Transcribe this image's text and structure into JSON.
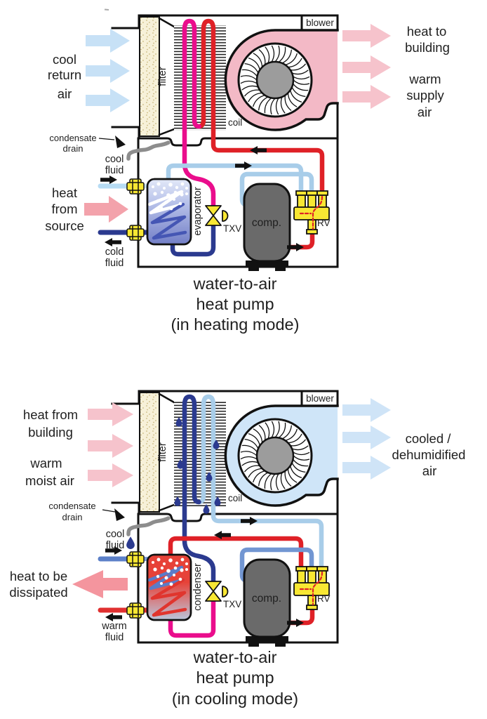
{
  "colors": {
    "air_cool": "#c7e1f6",
    "air_warm": "#f6c3cc",
    "arrow_source_pink": "#f3a2ab",
    "arrow_dissipate_pink": "#f4959e",
    "pipe_red": "#df2127",
    "pipe_magenta": "#ea0d8c",
    "pipe_navy": "#2b3a8f",
    "pipe_light_blue": "#a8cde9",
    "pipe_medium_blue": "#6f93d0",
    "drain_gray": "#8d8d8d",
    "component_yellow": "#f8e733",
    "compressor_gray": "#6a6a6a",
    "blower_pink": "#f3b9c6",
    "blower_blue": "#cfe5f8",
    "filter_cream": "#f7f1d9",
    "caption_red": "#d6202a",
    "caption_blue": "#7289c8",
    "text_light_blue": "#85bce4",
    "text_navy": "#2b3a8f",
    "text_red": "#e03030"
  },
  "heating": {
    "return_air": [
      "cool",
      "return",
      "air"
    ],
    "condensate": [
      "condensate",
      "drain"
    ],
    "cool_fluid": [
      "cool",
      "fluid"
    ],
    "source": [
      "heat",
      "from",
      "source"
    ],
    "cold_fluid": [
      "cold",
      "fluid"
    ],
    "blower": "blower",
    "filter": "filter",
    "coil": "coil",
    "tank": "evaporator",
    "txv": "TXV",
    "comp": "comp.",
    "rv": "RV",
    "out_heat": [
      "heat to",
      "building"
    ],
    "out_supply": [
      "warm",
      "supply",
      "air"
    ],
    "caption": [
      "water-to-air",
      "heat pump",
      "(in heating mode)"
    ]
  },
  "cooling": {
    "in_heat": [
      "heat from",
      "building"
    ],
    "in_moist": [
      "warm",
      "moist air"
    ],
    "condensate": [
      "condensate",
      "drain"
    ],
    "cool_fluid": [
      "cool",
      "fluid"
    ],
    "dissipated": [
      "heat to be",
      "dissipated"
    ],
    "warm_fluid": [
      "warm",
      "fluid"
    ],
    "blower": "blower",
    "filter": "filter",
    "coil": "coil",
    "tank": "condenser",
    "txv": "TXV",
    "comp": "comp.",
    "rv": "RV",
    "out_air": [
      "cooled /",
      "dehumidified",
      "air"
    ],
    "caption": [
      "water-to-air",
      "heat pump",
      "(in cooling mode)"
    ]
  }
}
